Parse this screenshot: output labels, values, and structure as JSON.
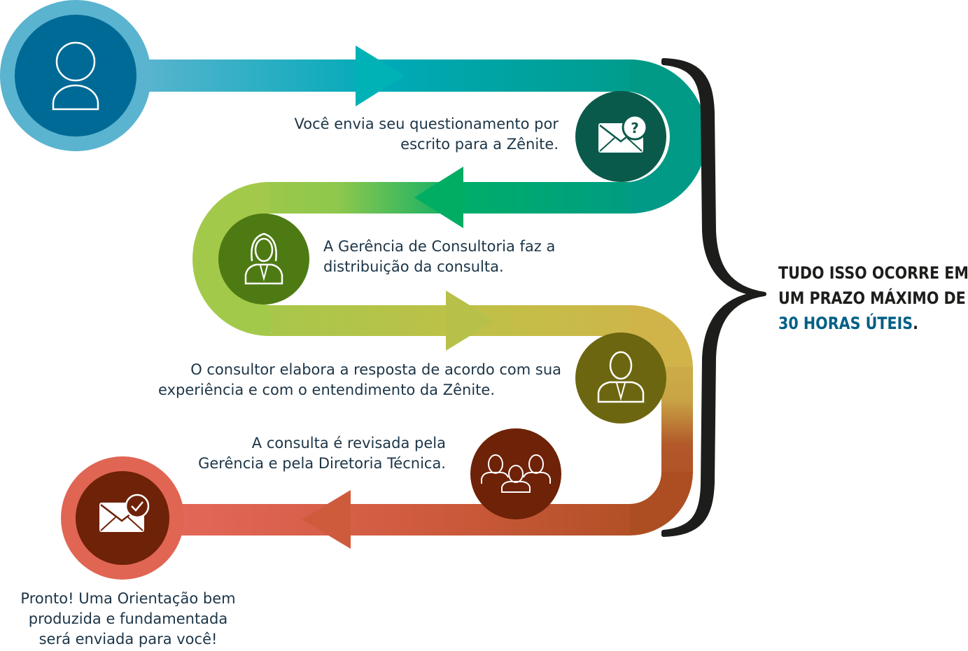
{
  "steps": [
    {
      "text_lines": [
        "Você envia seu questionamento por",
        "escrito para a Zênite."
      ],
      "icon": "envelope-question-icon",
      "circle_color": "#0a5a4c"
    },
    {
      "text_lines": [
        "A Gerência de Consultoria faz a",
        "distribuição da consulta."
      ],
      "icon": "female-manager-icon",
      "circle_color": "#4e7a14"
    },
    {
      "text_lines": [
        "O consultor elabora a resposta de acordo com sua",
        "experiência e com o entendimento da Zênite."
      ],
      "icon": "male-consultant-icon",
      "circle_color": "#6d6610"
    },
    {
      "text_lines": [
        "A consulta é revisada pela",
        "Gerência e pela Diretoria Técnica."
      ],
      "icon": "team-review-icon",
      "circle_color": "#6e2208"
    },
    {
      "text_lines": [
        "Pronto! Uma Orientação bem",
        "produzida e fundamentada",
        "será enviada para você!"
      ],
      "icon": "envelope-check-icon",
      "circle_color": "#6e2208"
    }
  ],
  "start": {
    "icon": "user-icon",
    "circle_color": "#006a96",
    "ring_color": "#5ab4cf"
  },
  "summary": {
    "line1": "TUDO ISSO OCORRE EM",
    "line2": "UM PRAZO MÁXIMO DE",
    "highlight": "30 HORAS ÚTEIS",
    "suffix": "."
  },
  "colors": {
    "blue": "#5ab4cf",
    "teal": "#00a08a",
    "green": "#00ad6a",
    "lime": "#9ec84a",
    "olive": "#c7b94a",
    "rust": "#a94a1f",
    "coral": "#e06553",
    "highlight": "#005f86"
  }
}
